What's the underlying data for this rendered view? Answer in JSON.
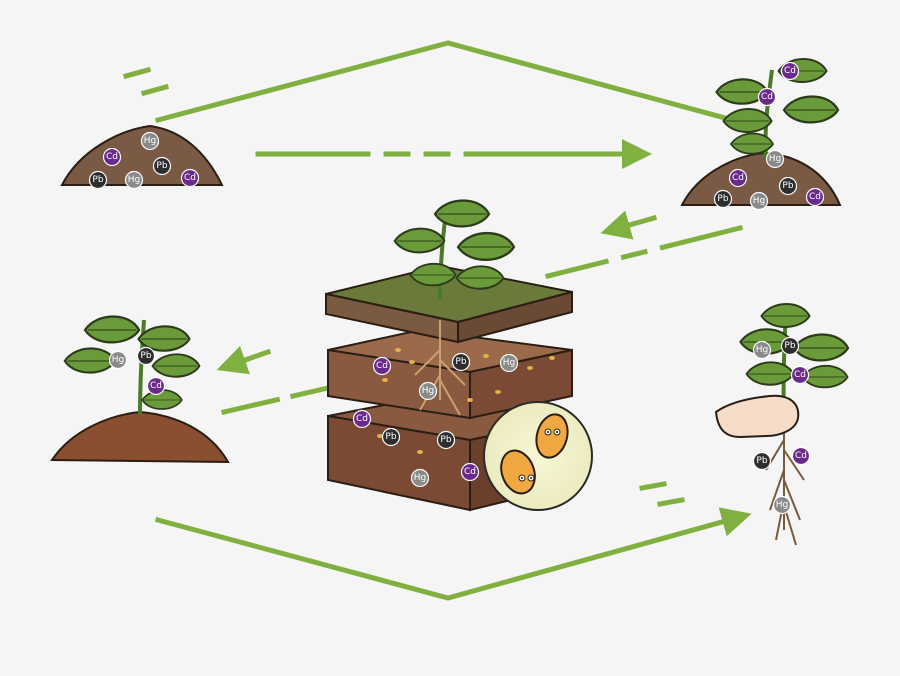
{
  "diagram": {
    "element_labels": {
      "cadmium": "Cd",
      "lead": "Pb",
      "mercury": "Hg"
    },
    "colors": {
      "arrow": "#80b040",
      "cadmium": "#6a2a8a",
      "lead": "#2e2e2e",
      "mercury": "#8a8a8a",
      "soil": "#7a5a45",
      "leaf": "#6a9a3a",
      "background": "#f5f5f5"
    },
    "scenes": [
      "contaminated-soil",
      "plant-absorbing-metals",
      "soil-layers-with-microbes",
      "plant-on-clean-soil",
      "uprooted-plant"
    ]
  }
}
